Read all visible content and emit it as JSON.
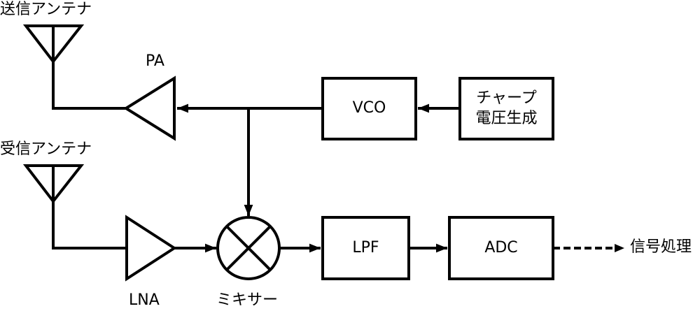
{
  "diagram": {
    "title": "FMCW radar block diagram",
    "stroke_color": "#000000",
    "background_color": "#ffffff",
    "labels": {
      "tx_antenna": "送信アンテナ",
      "rx_antenna": "受信アンテナ",
      "pa": "PA",
      "lna": "LNA",
      "mixer": "ミキサー",
      "vco": "VCO",
      "chirp_line1": "チャープ",
      "chirp_line2": "電圧生成",
      "lpf": "LPF",
      "adc": "ADC",
      "signal_processing": "信号処理"
    },
    "connections": [
      {
        "from": "chirp",
        "to": "vco",
        "style": "solid-arrow"
      },
      {
        "from": "vco",
        "to": "pa",
        "style": "solid-arrow"
      },
      {
        "from": "vco",
        "to": "mixer",
        "style": "solid-arrow"
      },
      {
        "from": "pa",
        "to": "tx_antenna",
        "style": "solid"
      },
      {
        "from": "rx_antenna",
        "to": "lna",
        "style": "solid"
      },
      {
        "from": "lna",
        "to": "mixer",
        "style": "solid-arrow"
      },
      {
        "from": "mixer",
        "to": "lpf",
        "style": "solid-arrow"
      },
      {
        "from": "lpf",
        "to": "adc",
        "style": "solid-arrow"
      },
      {
        "from": "adc",
        "to": "signal_processing",
        "style": "dashed-arrow"
      }
    ]
  }
}
